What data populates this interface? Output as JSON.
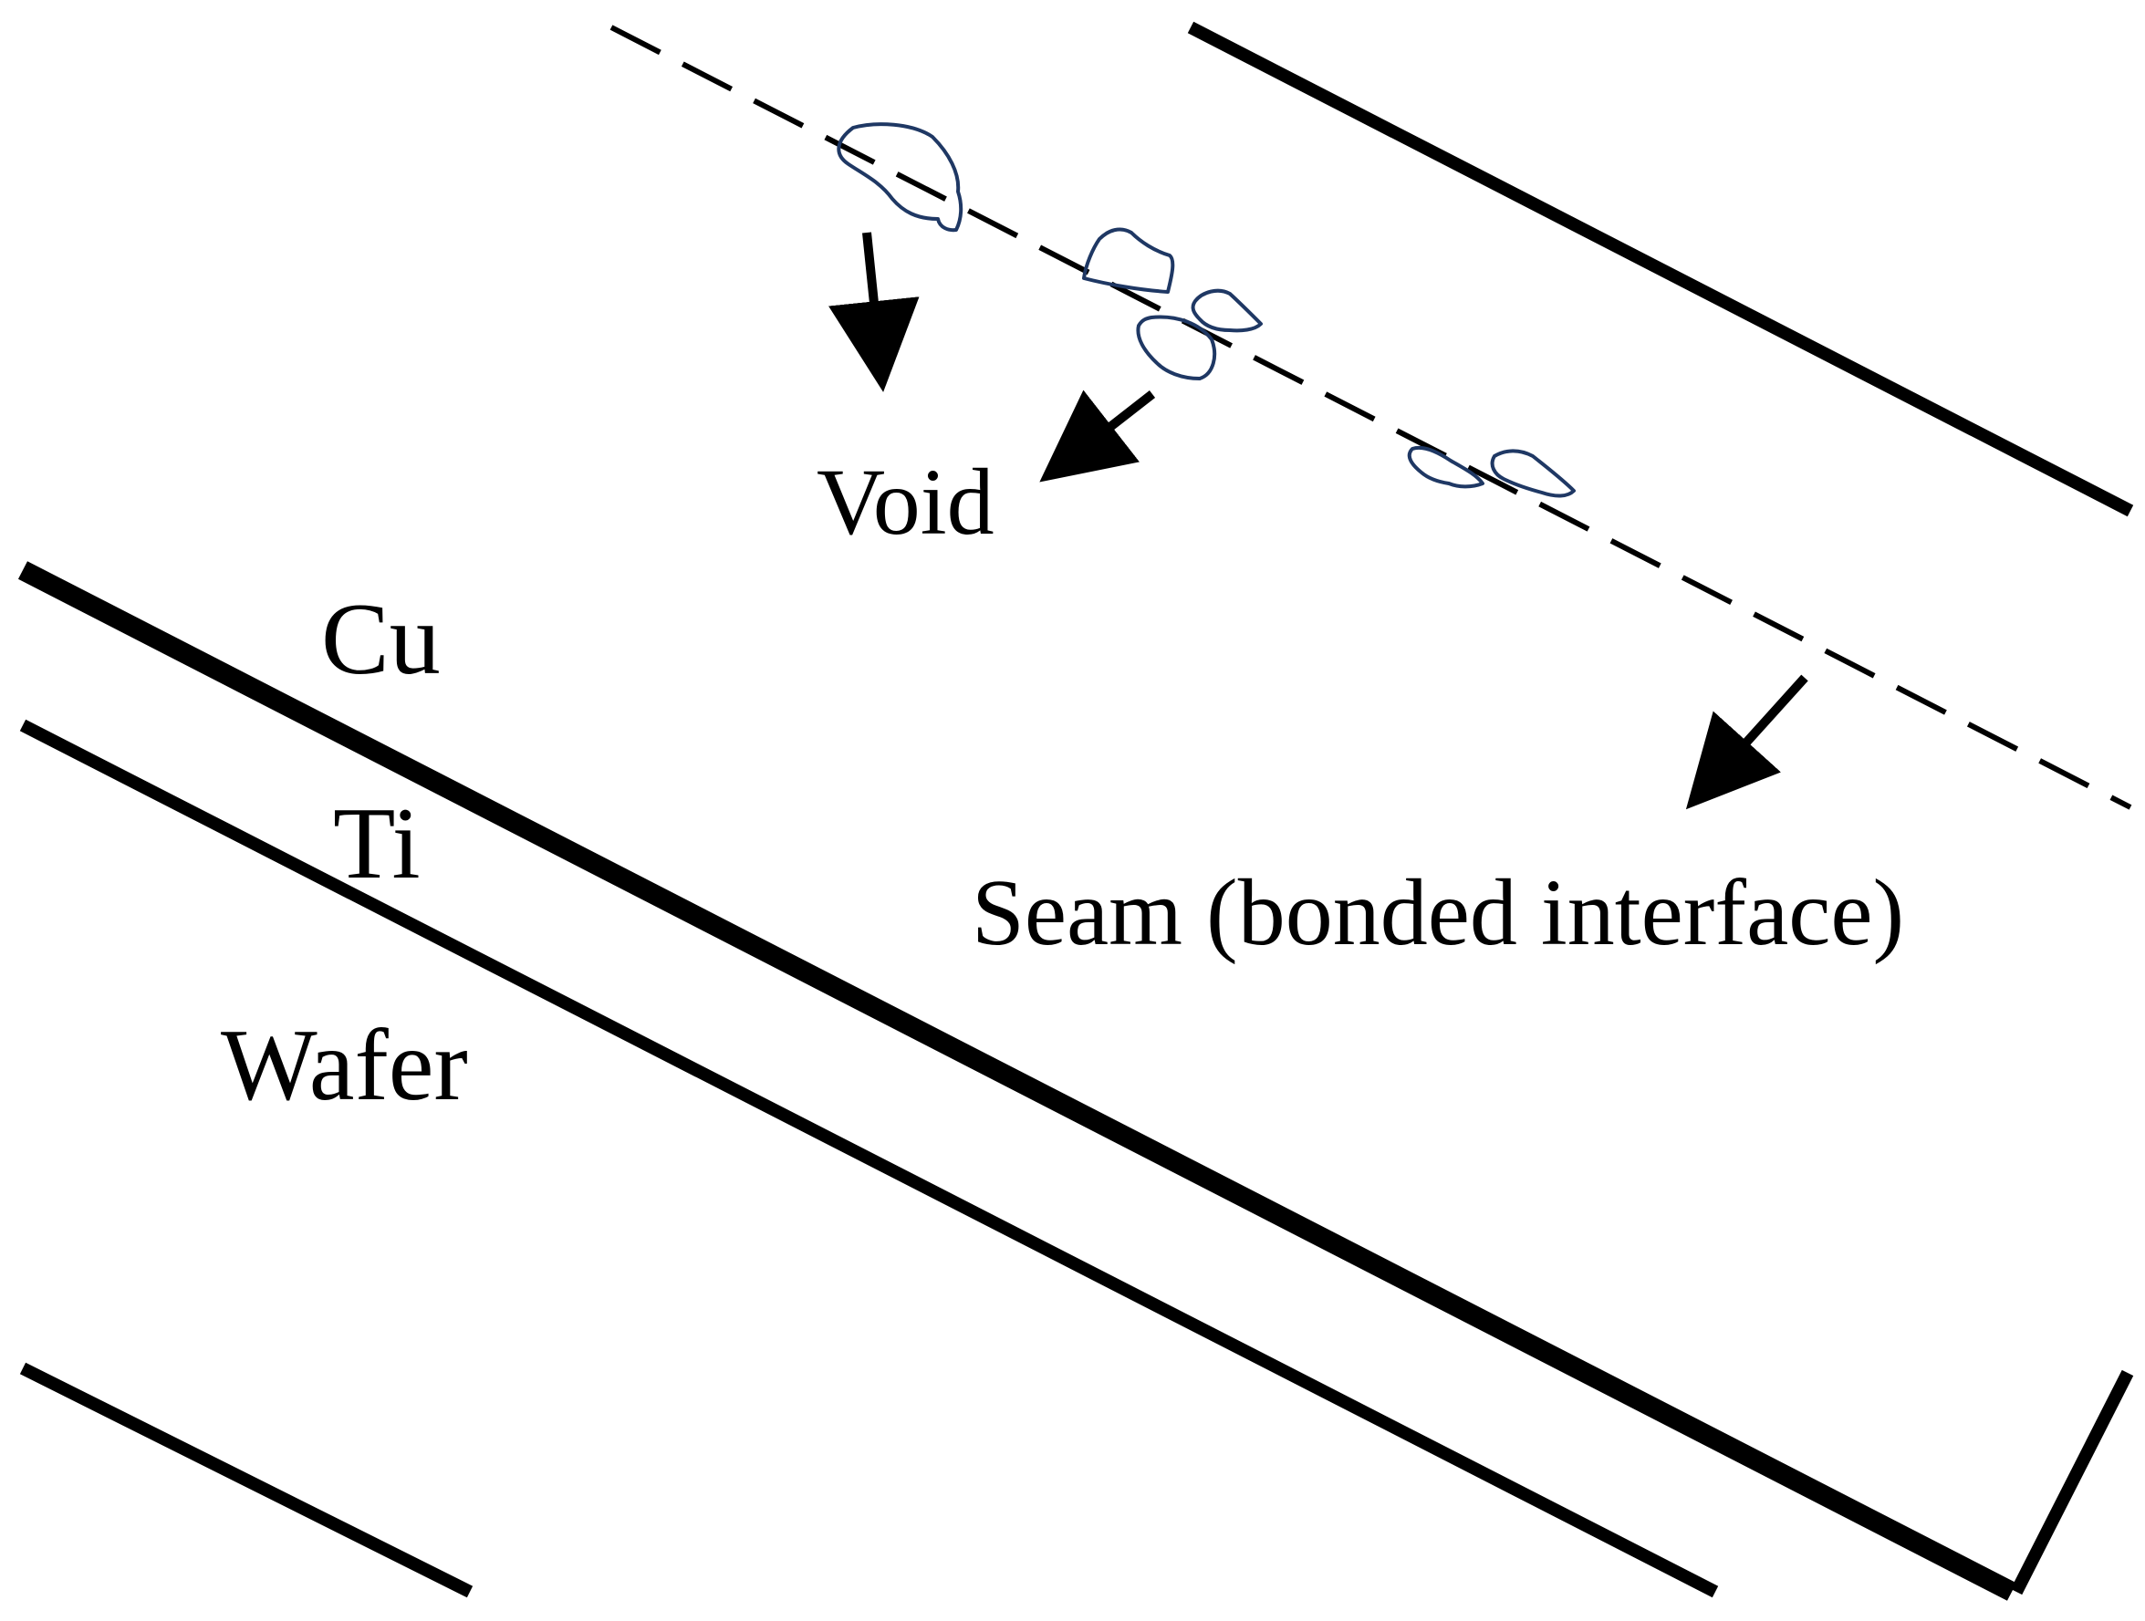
{
  "labels": {
    "void": "Void",
    "cu": "Cu",
    "ti": "Ti",
    "wafer": "Wafer",
    "seam": "Seam (bonded interface)"
  },
  "colors": {
    "line": "#000000",
    "void_outline": "#1f3864",
    "background": "#ffffff"
  }
}
